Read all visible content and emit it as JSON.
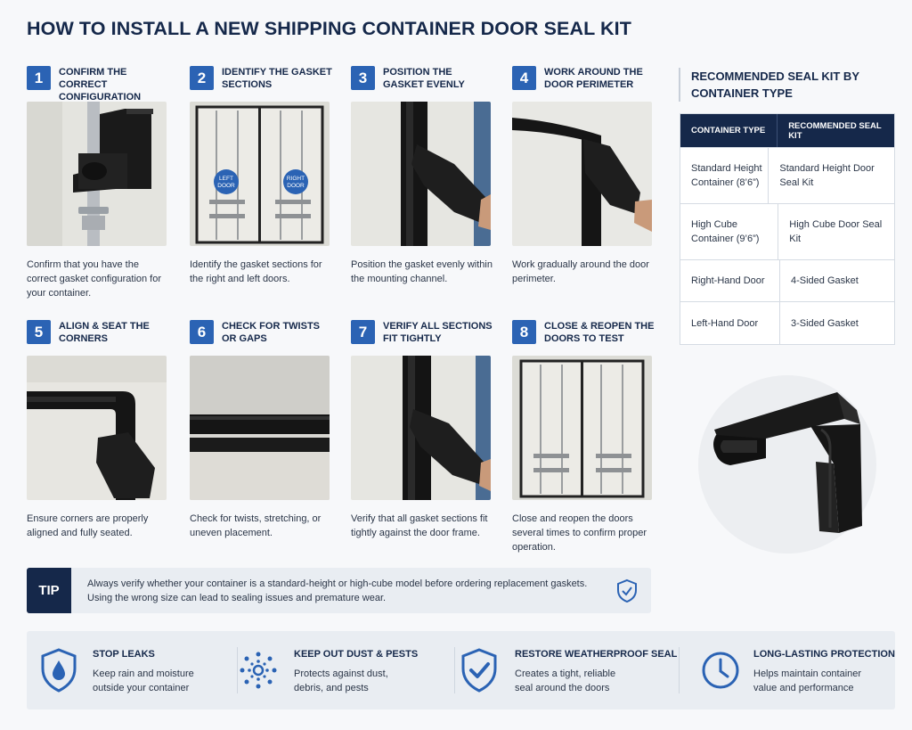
{
  "title": "HOW TO INSTALL A NEW SHIPPING CONTAINER DOOR SEAL KIT",
  "steps": [
    {
      "num": "1",
      "title": "CONFIRM THE CORRECT CONFIGURATION",
      "desc": "Confirm that you have the correct gasket configuration for your container."
    },
    {
      "num": "2",
      "title": "IDENTIFY THE GASKET SECTIONS",
      "desc": "Identify the gasket sections for the right and left doors.",
      "labels": [
        "LEFT DOOR",
        "RIGHT DOOR"
      ]
    },
    {
      "num": "3",
      "title": "POSITION THE GASKET EVENLY",
      "desc": "Position the gasket evenly within the mounting channel."
    },
    {
      "num": "4",
      "title": "WORK AROUND THE DOOR PERIMETER",
      "desc": "Work gradually around the door perimeter."
    },
    {
      "num": "5",
      "title": "ALIGN & SEAT THE CORNERS",
      "desc": "Ensure corners are properly aligned and fully seated."
    },
    {
      "num": "6",
      "title": "CHECK FOR TWISTS OR GAPS",
      "desc": "Check for twists, stretching, or uneven placement."
    },
    {
      "num": "7",
      "title": "VERIFY ALL SECTIONS FIT TIGHTLY",
      "desc": "Verify that all gasket sections fit tightly against the door frame."
    },
    {
      "num": "8",
      "title": "CLOSE & REOPEN THE DOORS TO TEST",
      "desc": "Close and reopen the doors several times to confirm proper operation."
    }
  ],
  "kit": {
    "title": "RECOMMENDED SEAL KIT BY CONTAINER TYPE",
    "headers": [
      "CONTAINER TYPE",
      "RECOMMENDED SEAL KIT"
    ],
    "rows": [
      [
        "Standard Height Container (8’6”)",
        "Standard Height Door Seal Kit"
      ],
      [
        "High Cube Container (9’6”)",
        "High Cube Door Seal Kit"
      ],
      [
        "Right-Hand Door",
        "4-Sided Gasket"
      ],
      [
        "Left-Hand Door",
        "3-Sided Gasket"
      ]
    ]
  },
  "tip": {
    "label": "TIP",
    "text": "Always verify whether your container is a standard-height or high-cube model before ordering replacement gaskets. Using the wrong size can lead to sealing issues and premature wear."
  },
  "features": [
    {
      "icon": "water-drop-shield-icon",
      "title": "STOP LEAKS",
      "desc": "Keep rain and moisture outside your container"
    },
    {
      "icon": "dust-particles-icon",
      "title": "KEEP OUT DUST & PESTS",
      "desc": "Protects against dust, debris, and pests"
    },
    {
      "icon": "check-shield-icon",
      "title": "RESTORE WEATHERPROOF SEAL",
      "desc": "Creates a tight, reliable seal around the doors"
    },
    {
      "icon": "clock-icon",
      "title": "LONG-LASTING PROTECTION",
      "desc": "Helps maintain container value and performance"
    }
  ],
  "colors": {
    "navy": "#15284a",
    "accent": "#2b63b4",
    "panel": "#e9edf2"
  }
}
